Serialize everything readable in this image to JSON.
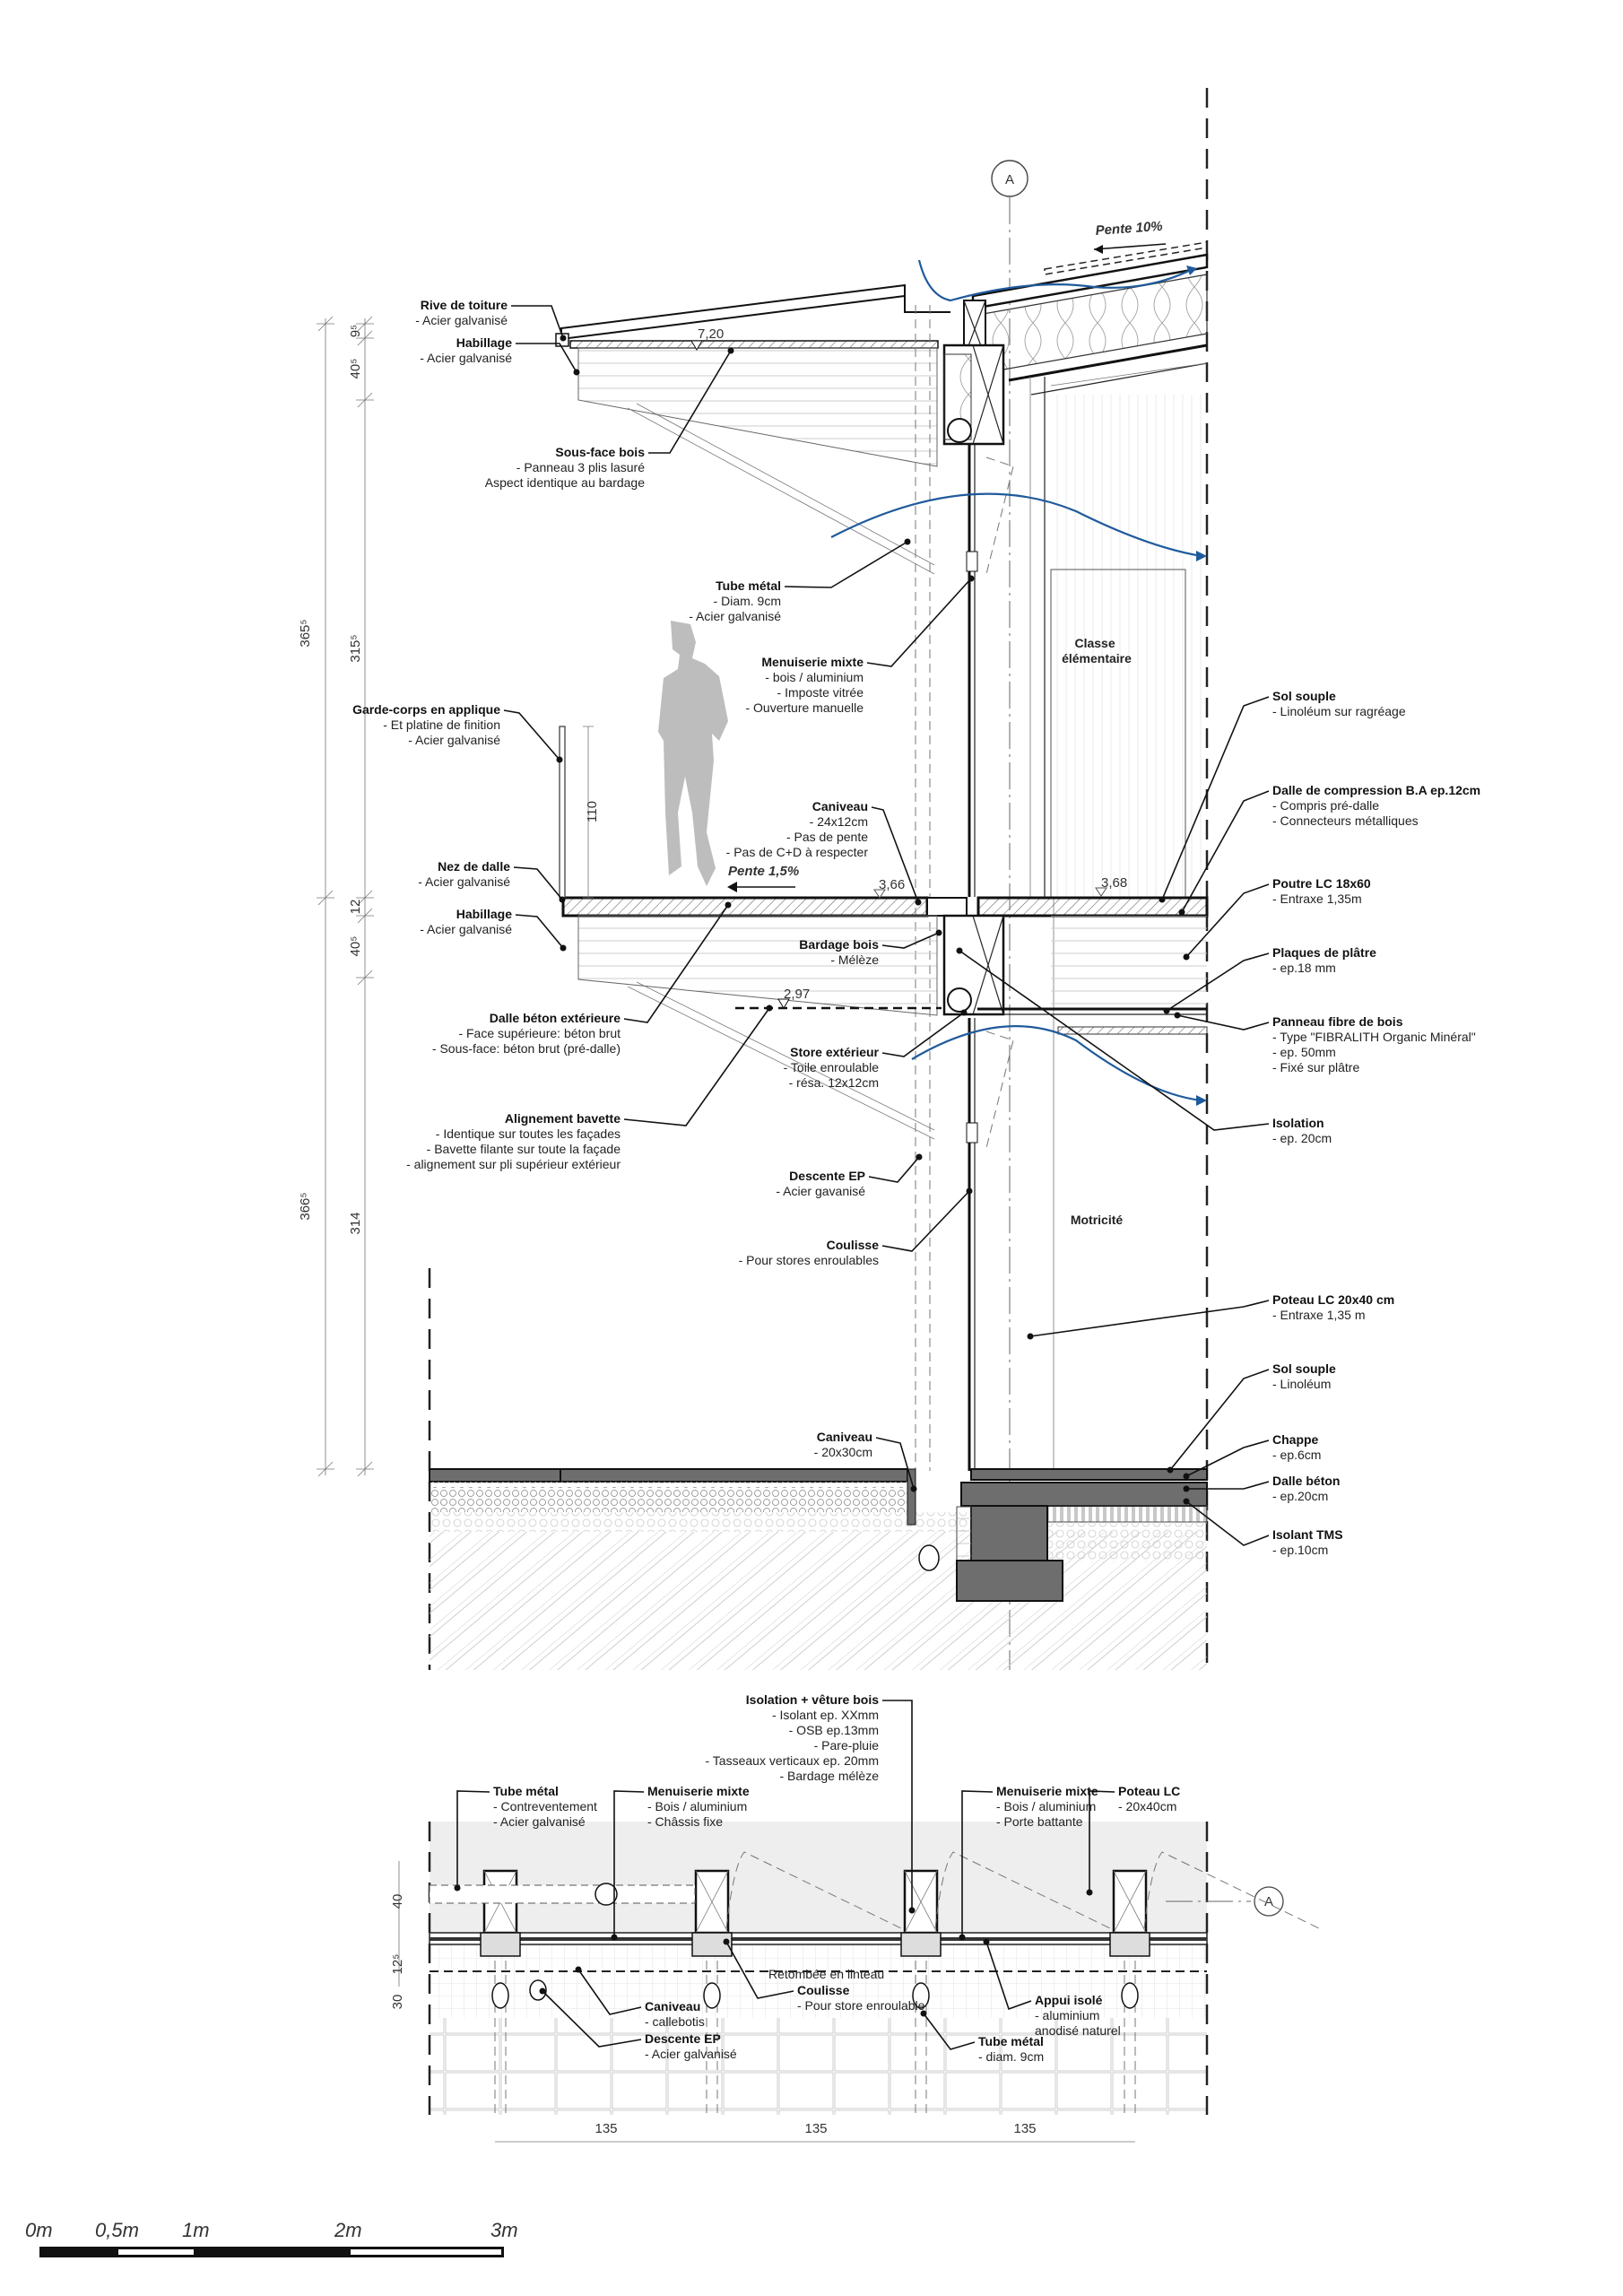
{
  "section_labels": [
    {
      "title": "Rive de toiture",
      "lines": [
        "- Acier galvanisé"
      ]
    },
    {
      "title": "Habillage",
      "lines": [
        "- Acier galvanisé"
      ]
    },
    {
      "title": "Sous-face bois",
      "lines": [
        "- Panneau 3 plis lasuré",
        "Aspect identique au bardage"
      ]
    },
    {
      "title": "Tube métal",
      "lines": [
        "- Diam. 9cm",
        "- Acier galvanisé"
      ]
    },
    {
      "title": "Menuiserie mixte",
      "lines": [
        "- bois / aluminium",
        "- Imposte vitrée",
        "- Ouverture manuelle"
      ]
    },
    {
      "title": "Garde-corps en applique",
      "lines": [
        "- Et platine de finition",
        "- Acier galvanisé"
      ]
    },
    {
      "title": "Caniveau",
      "lines": [
        "- 24x12cm",
        "- Pas de pente",
        "- Pas de C+D à respecter"
      ]
    },
    {
      "title": "Nez de dalle",
      "lines": [
        "- Acier galvanisé"
      ]
    },
    {
      "title": "Habillage",
      "lines": [
        "- Acier galvanisé"
      ]
    },
    {
      "title": "Bardage bois",
      "lines": [
        "- Mélèze"
      ]
    },
    {
      "title": "Dalle béton extérieure",
      "lines": [
        "- Face supérieure: béton brut",
        "- Sous-face: béton brut (pré-dalle)"
      ]
    },
    {
      "title": "Store extérieur",
      "lines": [
        "- Toile enroulable",
        "- résa. 12x12cm"
      ]
    },
    {
      "title": "Alignement bavette",
      "lines": [
        "- Identique sur toutes les façades",
        "- Bavette filante sur toute la façade",
        "- alignement sur pli supérieur extérieur"
      ]
    },
    {
      "title": "Descente EP",
      "lines": [
        "- Acier gavanisé"
      ]
    },
    {
      "title": "Coulisse",
      "lines": [
        "- Pour stores enroulables"
      ]
    },
    {
      "title": "Caniveau",
      "lines": [
        "- 20x30cm"
      ]
    },
    {
      "title": "Sol souple",
      "lines": [
        "- Linoléum sur ragréage"
      ]
    },
    {
      "title": "Dalle de compression B.A ep.12cm",
      "lines": [
        "- Compris pré-dalle",
        "- Connecteurs métalliques"
      ]
    },
    {
      "title": "Poutre LC 18x60",
      "lines": [
        "- Entraxe 1,35m"
      ]
    },
    {
      "title": "Plaques de plâtre",
      "lines": [
        "- ep.18 mm"
      ]
    },
    {
      "title": "Panneau fibre de bois",
      "lines": [
        "- Type \"FIBRALITH Organic Minéral\"",
        "- ep. 50mm",
        "- Fixé sur plâtre"
      ]
    },
    {
      "title": "Isolation",
      "lines": [
        "- ep. 20cm"
      ]
    },
    {
      "title": "Poteau LC 20x40 cm",
      "lines": [
        "- Entraxe 1,35 m"
      ]
    },
    {
      "title": "Sol souple",
      "lines": [
        "- Linoléum"
      ]
    },
    {
      "title": "Chappe",
      "lines": [
        "- ep.6cm"
      ]
    },
    {
      "title": "Dalle béton",
      "lines": [
        "- ep.20cm"
      ]
    },
    {
      "title": "Isolant TMS",
      "lines": [
        "- ep.10cm"
      ]
    }
  ],
  "plan_labels": [
    {
      "title": "Isolation + vêture bois",
      "lines": [
        "- Isolant ep. XXmm",
        "- OSB ep.13mm",
        "- Pare-pluie",
        "- Tasseaux verticaux ep. 20mm",
        "- Bardage mélèze"
      ]
    },
    {
      "title": "Tube métal",
      "lines": [
        "- Contreventement",
        "- Acier galvanisé"
      ]
    },
    {
      "title": "Menuiserie mixte",
      "lines": [
        "- Bois / aluminium",
        "- Châssis fixe"
      ]
    },
    {
      "title": "Menuiserie mixte",
      "lines": [
        "- Bois / aluminium",
        "- Porte battante"
      ]
    },
    {
      "title": "Poteau LC",
      "lines": [
        "- 20x40cm"
      ]
    },
    {
      "title": "Caniveau",
      "lines": [
        "- callebotis"
      ]
    },
    {
      "title": "Descente EP",
      "lines": [
        "- Acier galvanisé"
      ]
    },
    {
      "title": "Coulisse",
      "lines": [
        "- Pour store enroulable"
      ]
    },
    {
      "title": "",
      "lines": [
        "Retombée en linteau"
      ]
    },
    {
      "title": "Appui isolé",
      "lines": [
        "- aluminium",
        "anodisé naturel"
      ]
    },
    {
      "title": "Tube métal",
      "lines": [
        "- diam. 9cm"
      ]
    }
  ],
  "rooms": {
    "upper": [
      "Classe",
      "élémentaire"
    ],
    "lower": "Motricité"
  },
  "levels": {
    "roof": "7,20",
    "balcony": "3,66",
    "floor": "3,68",
    "soffit": "2,97"
  },
  "slopes": {
    "roof": "Pente 10%",
    "balcony": "Pente 1,5%"
  },
  "axis_label": "A",
  "dimensions": {
    "outer": [
      "365⁵",
      "366⁵"
    ],
    "inner": [
      "9⁵",
      "40⁵",
      "315⁵",
      "12",
      "40⁵",
      "314"
    ],
    "guardrail": "110",
    "plan_vertical": [
      "40",
      "12⁵",
      "30"
    ],
    "plan_spans": [
      "135",
      "135",
      "135"
    ]
  },
  "scale_bar": {
    "labels": [
      "0m",
      "0,5m",
      "1m",
      "2m",
      "3m"
    ]
  },
  "colors": {
    "airflow": "#1f5a9c",
    "concrete": "#6e6e6e",
    "shade": "#eeeeee"
  }
}
